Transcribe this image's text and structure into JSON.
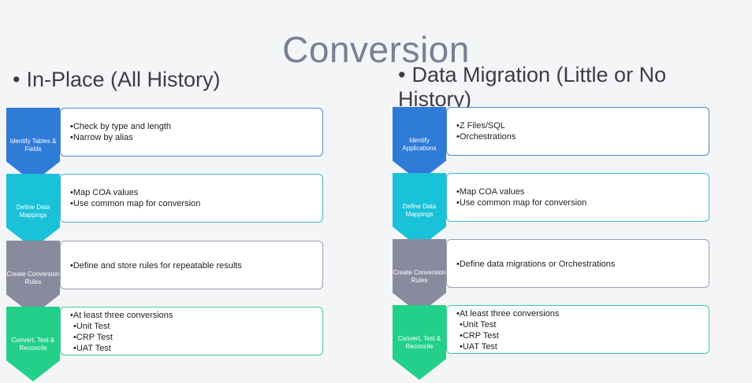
{
  "title": "Conversion",
  "left": {
    "heading": "In-Place (All History)",
    "steps": [
      {
        "label": "Identify Tables & Fields",
        "lines": [
          "•Check by type and length",
          "•Narrow by alias"
        ]
      },
      {
        "label": "Define Data Mappings",
        "lines": [
          "•Map COA values",
          "•Use common map for conversion"
        ]
      },
      {
        "label": "Create Conversion Rules",
        "lines": [
          "•Define and store rules for repeatable results"
        ]
      },
      {
        "label": "Convert, Test & Reconcile",
        "lines": [
          "•At least three conversions",
          "•Unit Test",
          "•CRP Test",
          "•UAT Test"
        ]
      }
    ]
  },
  "right": {
    "heading": "Data Migration (Little or No History)",
    "steps": [
      {
        "label": "Identify Applications",
        "lines": [
          "•Z Files/SQL",
          "•Orchestrations"
        ]
      },
      {
        "label": "Define Data Mappings",
        "lines": [
          "•Map COA values",
          "•Use common map for conversion"
        ]
      },
      {
        "label": "Create Conversion Rules",
        "lines": [
          "•Define data migrations or Orchestrations"
        ]
      },
      {
        "label": "Convert, Test & Reconcile",
        "lines": [
          "•At least three conversions",
          "•Unit Test",
          "•CRP Test",
          "•UAT Test"
        ]
      }
    ]
  },
  "colors": {
    "step1": "#2f7bd8",
    "step2": "#19c2d8",
    "step3": "#8a8a9e",
    "step4": "#22d08a"
  }
}
